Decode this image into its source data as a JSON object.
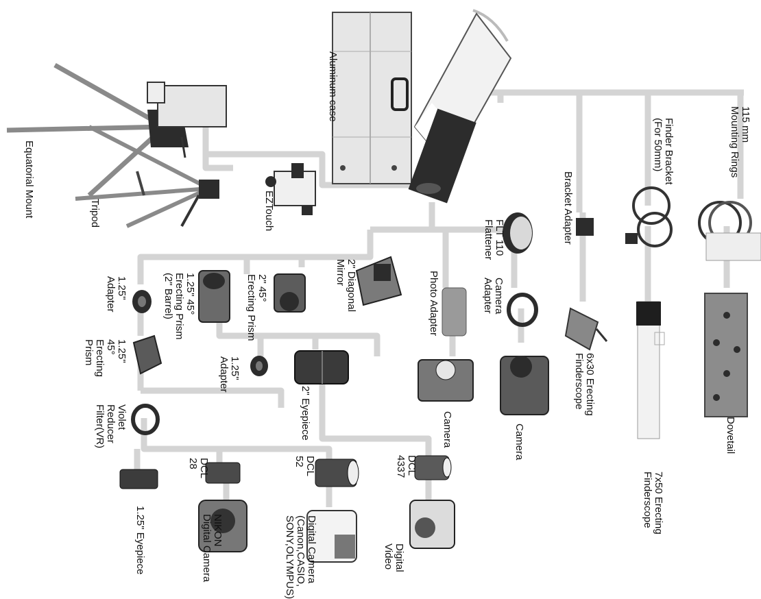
{
  "labels": {
    "aluminum_case": "Aluminum case",
    "equatorial_mount": "Equatorial Mount",
    "tripod": "Tripod",
    "eztouch": "EZTouch",
    "mounting_rings": "115 mm\nMounting Rings",
    "finder_bracket": "Finder Bracket\n(For 50mm)",
    "bracket_adapter": "Bracket Adapter",
    "flattener": "FLT 110\nFlattener",
    "camera_adapter": "Camera\nAdapter",
    "photo_adapter": "Photo Adapter",
    "diagonal_mirror": "2\" Diagonal\nMirror",
    "erecting_prism_2": "2\" 45°\nErecting Prism",
    "erecting_prism_125_barrel": "1.25\" 45°\nErecting Prism\n(2\" Barrel)",
    "adapter_125_top": "1.25\"\nAdapter",
    "erecting_prism_125": "1.25\"\n45°\nErecting\nPrism",
    "adapter_125_mid": "1.25\"\nAdapter",
    "eyepiece_2": "2\" Eyepiece",
    "violet_filter": "Violet\nReducer\nFilter(VR)",
    "dovetail": "Dovetail",
    "finderscope_7x50": "7x50 Erecting\nFinderscope",
    "finderscope_6x30": "6x30 Erecting\nFinderscope",
    "camera_1": "Camera",
    "camera_2": "Camera",
    "dcl_4337": "DCL\n4337",
    "digital_video": "Digital\nVideo",
    "dcl_52": "DCL\n52",
    "digital_camera_multi": "Digital Camera\n(Canon,CASIO,\nSONY,OLYMPUS)",
    "dcl_28": "DCL\n28",
    "nikon_camera": "NIKON\nDigital Camera",
    "eyepiece_125": "1.25\" Eyepiece"
  },
  "colors": {
    "connector": "#d4d4d4",
    "part_dark": "#2c2c2c",
    "part_mid": "#8a8a8a",
    "part_light": "#e6e6e6"
  }
}
